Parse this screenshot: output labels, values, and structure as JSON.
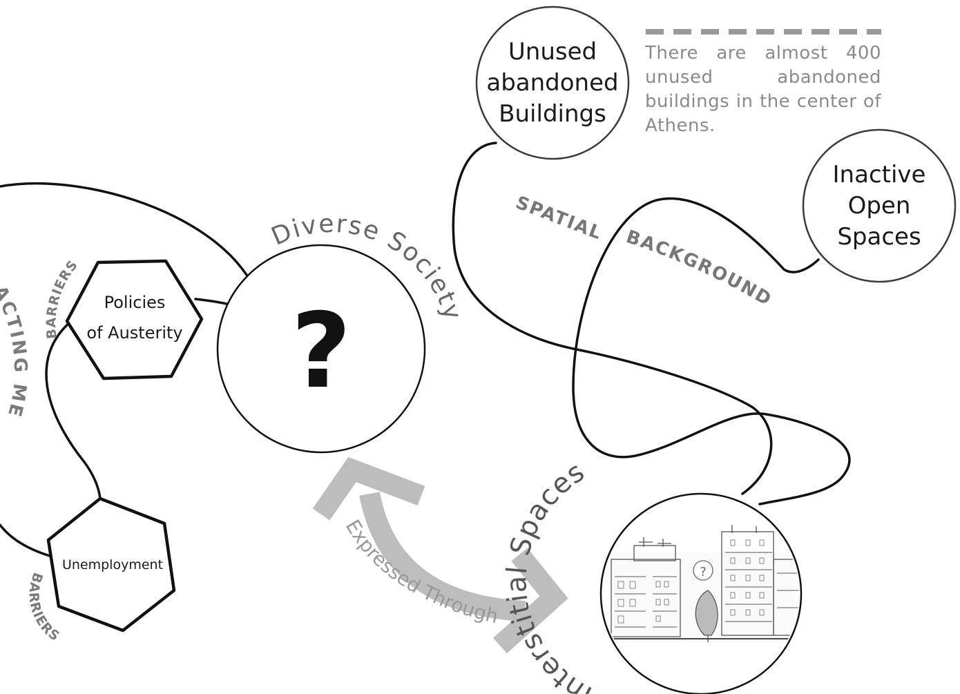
{
  "nodes": {
    "unused_buildings": "Unused\nabandoned\nBuildings",
    "inactive_open_spaces": "Inactive\nOpen\nSpaces",
    "policies_of_austerity": "Policies\nof Austerity",
    "unemployment": "Unemployment",
    "center_symbol": "?"
  },
  "note": {
    "text": "There are almost 400 unused abandoned buildings in the center of Athens."
  },
  "labels": {
    "diverse_society": "Diverse Society",
    "interstitial_spaces": "Interstitial Spaces",
    "expressed_through": "Expressed Through",
    "spatial": "SPATIAL",
    "background": "BACKGROUND",
    "barriers_top": "BARRIERS",
    "barriers_bottom": "BARRIERS",
    "acting_me": "ACTING ME"
  },
  "colors": {
    "line": "#111111",
    "label_grey": "#7a7a7a",
    "light_grey": "#bdbdbd",
    "note_grey": "#8a8a8a"
  },
  "icons": {
    "illustration": "apartment-buildings-sketch",
    "question_bubble": "question-mark-bubble"
  }
}
